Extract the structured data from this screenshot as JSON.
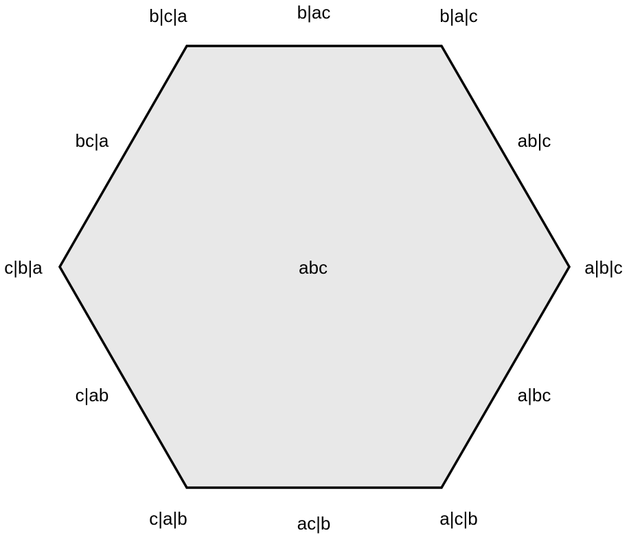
{
  "diagram": {
    "fill_color": "#e8e8e8",
    "stroke_color": "#000000",
    "center_label": "abc",
    "vertex_labels": {
      "top_left": "b|c|a",
      "top_right": "b|a|c",
      "right": "a|b|c",
      "bottom_right": "a|c|b",
      "bottom_left": "c|a|b",
      "left": "c|b|a"
    },
    "edge_labels": {
      "top": "b|ac",
      "upper_right": "ab|c",
      "lower_right": "a|bc",
      "bottom": "ac|b",
      "lower_left": "c|ab",
      "upper_left": "bc|a"
    }
  }
}
